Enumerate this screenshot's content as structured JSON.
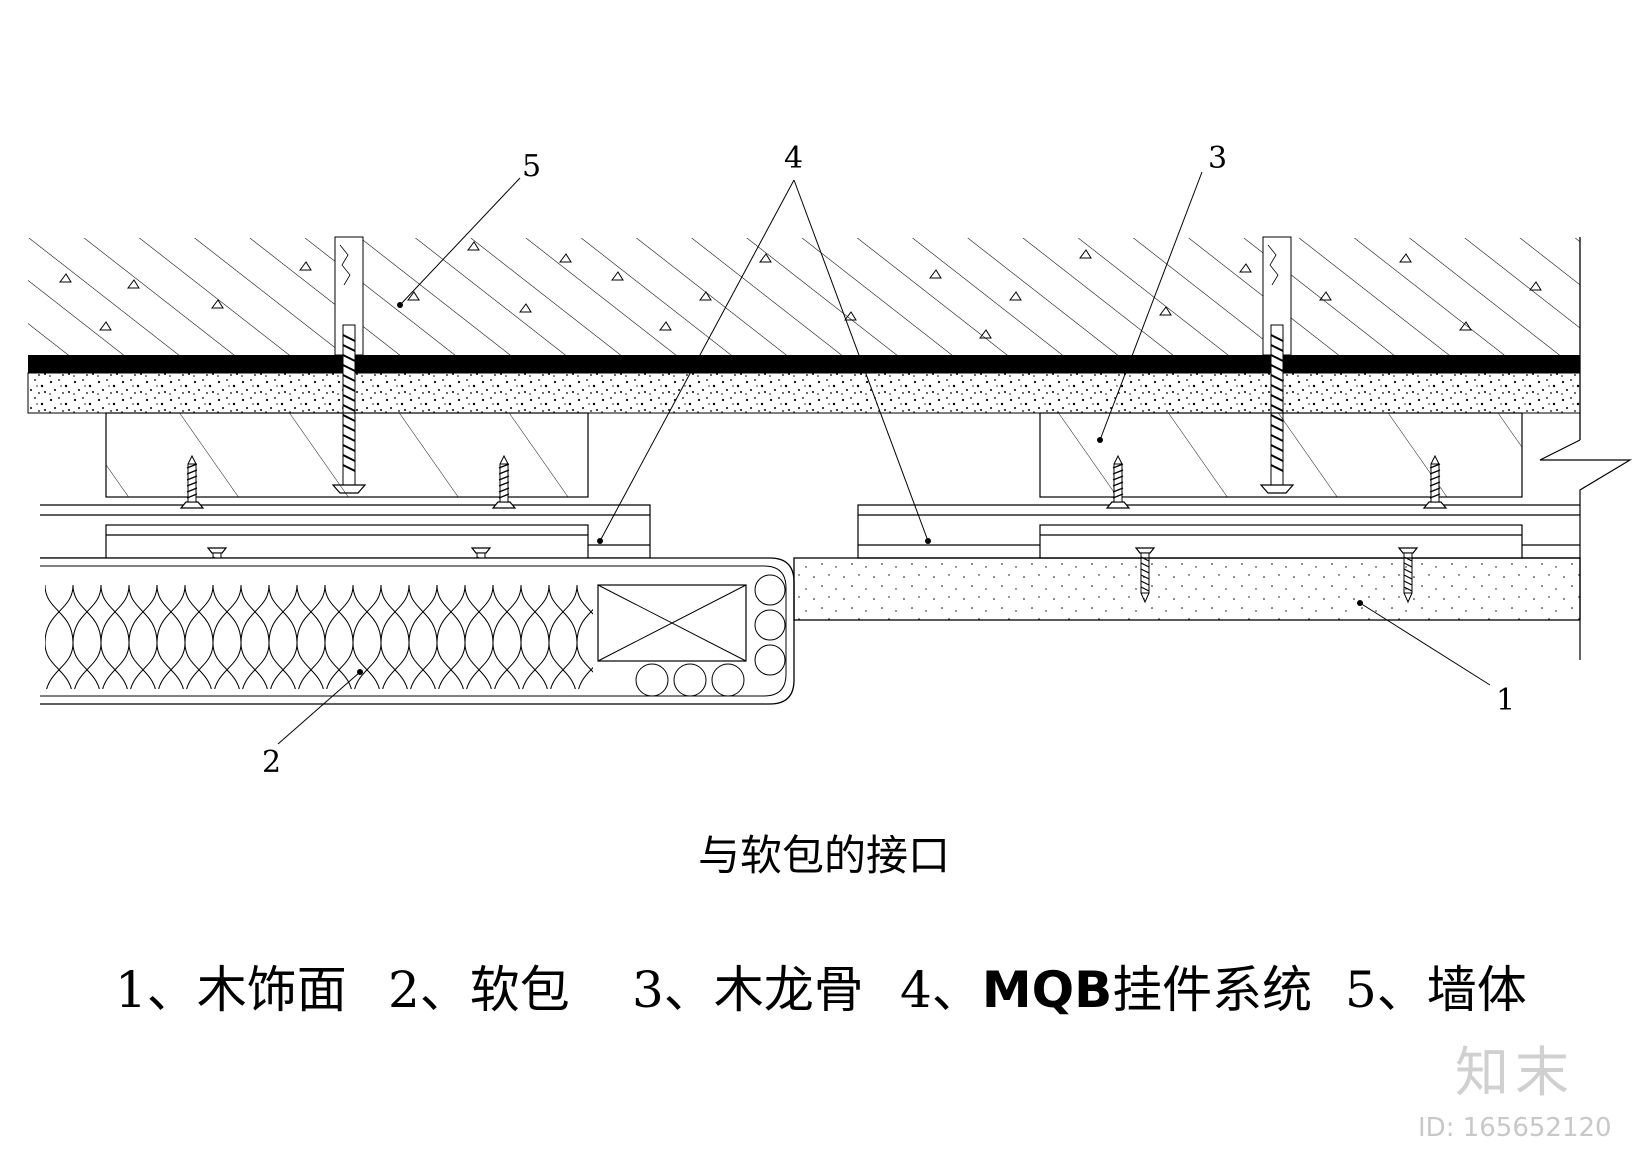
{
  "callouts": {
    "c1": "1",
    "c2": "2",
    "c3": "3",
    "c4": "4",
    "c5": "5"
  },
  "caption": "与软包的接口",
  "legend": {
    "item1": "1、木饰面",
    "item2": "2、软包",
    "item3": "3、木龙骨",
    "item4_num": "4、",
    "item4_code": "MQB",
    "item4_text": "挂件系统",
    "item5": "5、墙体"
  },
  "watermark": {
    "logo": "知末",
    "id": "ID: 165652120"
  }
}
